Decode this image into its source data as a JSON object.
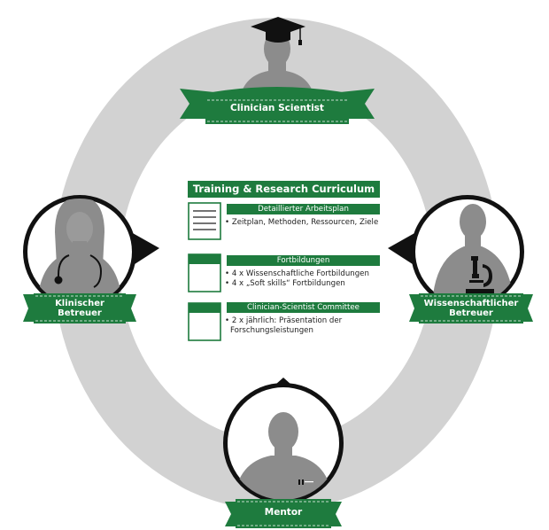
{
  "roles": {
    "clinician_scientist": "Clinician Scientist",
    "clinical_supervisor": [
      "Klinischer",
      "Betreuer"
    ],
    "scientific_supervisor": [
      "Wissenschaftlicher",
      "Betreuer"
    ],
    "mentor": "Mentor"
  },
  "curriculum": {
    "title": "Training & Research Curriculum",
    "sections": [
      {
        "title": "Detaillierter Arbeitsplan",
        "icon": "document-lines-icon",
        "bullets": [
          "Zeitplan, Methoden, Ressourcen, Ziele"
        ]
      },
      {
        "title": "Fortbildungen",
        "icon": "calendar-icon",
        "bullets": [
          "4 x Wissenschaftliche Fortbildungen",
          "4 x „Soft skills“ Fortbildungen"
        ]
      },
      {
        "title": "Clinician-Scientist Committee",
        "icon": "calendar-icon",
        "bullets": [
          "2 x jährlich: Präsentation der Forschungsleistungen"
        ]
      }
    ]
  },
  "colors": {
    "green": "#1e7b3e",
    "dark_green": "#0f4d24",
    "ring_gray": "#d2d2d2",
    "silhouette_gray": "#8c8c8c"
  }
}
